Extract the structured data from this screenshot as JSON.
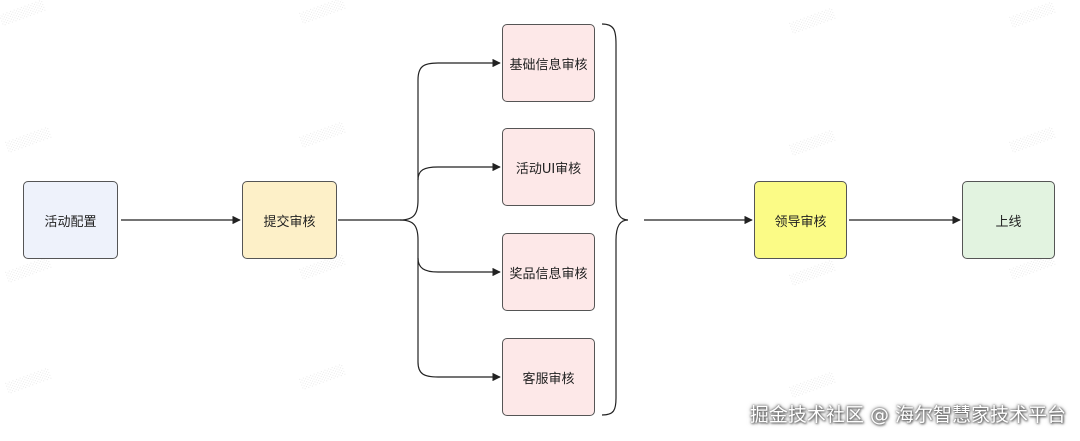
{
  "colors": {
    "line": "#222222",
    "node_border": "#555555",
    "config_fill": "#eef2fb",
    "submit_fill": "#fdf0c8",
    "review_fill": "#fde8e8",
    "leader_fill": "#fbfb86",
    "online_fill": "#e2f3e0"
  },
  "nodes": {
    "activity_config": "活动配置",
    "submit_review": "提交审核",
    "basic_info_review": "基础信息审核",
    "activity_ui_review": "活动UI审核",
    "prize_info_review": "奖品信息审核",
    "customer_service_review": "客服审核",
    "leader_review": "领导审核",
    "online": "上线"
  },
  "footer": {
    "credit": "掘金技术社区 @ 海尔智慧家技术平台"
  }
}
